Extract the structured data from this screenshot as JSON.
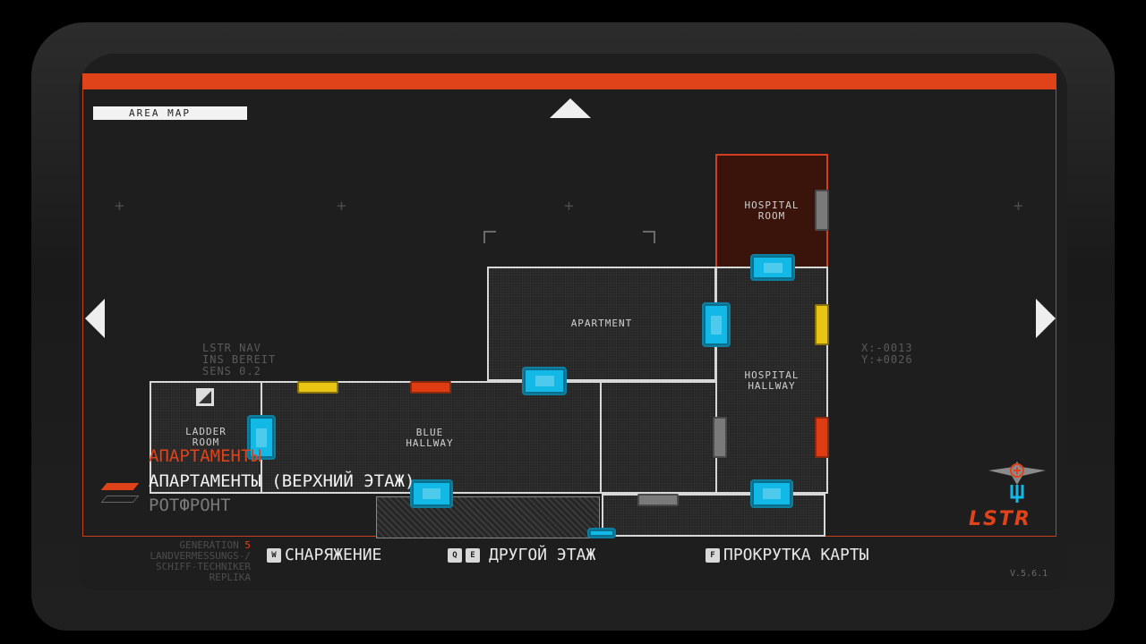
{
  "panel": {
    "label": "AREA MAP"
  },
  "rooms": {
    "hospital_room": "HOSPITAL\nROOM",
    "apartment": "APARTMENT",
    "hospital_hallway": "HOSPITAL\nHALLWAY",
    "ladder_room": "LADDER\nROOM",
    "blue_hallway": "BLUE\nHALLWAY"
  },
  "nav_status": {
    "line1": "LSTR NAV",
    "line2": "INS BEREIT",
    "line3": "SENS 0.2"
  },
  "coords": {
    "x": "X:-0013",
    "y": "Y:+0026"
  },
  "floors": {
    "current": "АПАРТАМЕНТЫ",
    "upper": "АПАРТАМЕНТЫ (ВЕРХНИЙ ЭТАЖ)",
    "other": "РОТФРОНТ"
  },
  "generation": {
    "line1": "GENERATION",
    "line1_num": "5",
    "line2": "LANDVERMESSUNGS-/",
    "line3": "SCHIFF-TECHNIKER",
    "line4": "REPLIKA"
  },
  "hints": {
    "equipment_key": "W",
    "equipment": "СНАРЯЖЕНИЕ",
    "floor_key1": "Q",
    "floor_key2": "E",
    "floor": "ДРУГОЙ ЭТАЖ",
    "scroll_key": "F",
    "scroll": "ПРОКРУТКА КАРТЫ"
  },
  "brand": {
    "logo": "LSTR",
    "version": "V.5.6.1"
  },
  "colors": {
    "accent": "#e0421a",
    "door_cyan": "#12b8e6",
    "door_yellow": "#e8c414",
    "door_red": "#e03c14"
  }
}
